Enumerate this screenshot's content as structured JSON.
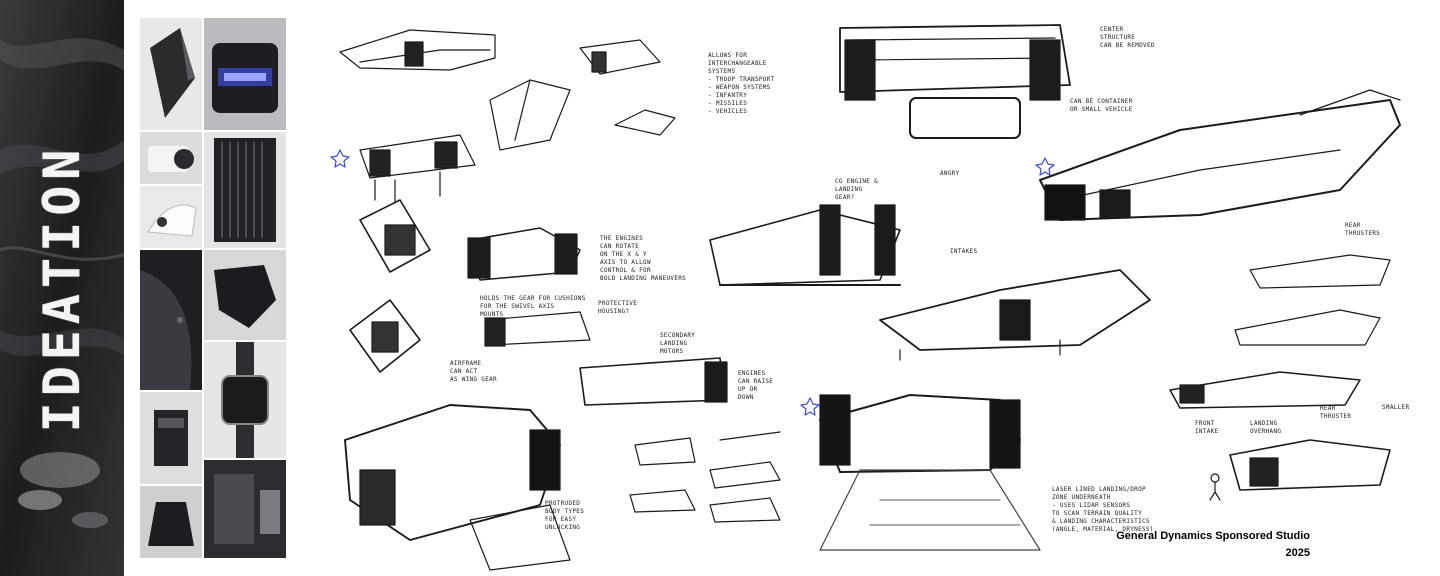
{
  "side_title": "IDEATION",
  "footer": {
    "studio": "General Dynamics Sponsored Studio",
    "year": "2025"
  },
  "annotations": {
    "interchangeable": "Allows for\ninterchangeable\nsystems\n- Troop transport\n- Weapon systems\n- Infantry\n- Missiles\n- Vehicles",
    "center_structure": "Center\nstructure\ncan be removed",
    "container": "Can be container\nor small vehicle",
    "angry": "Angry",
    "rear_thrusters": "Rear\nthrusters",
    "intakes": "Intakes",
    "engines_rotate": "The engines\ncan rotate\non the x & y\naxis to allow\ncontrol & for\nbold landing maneuvers",
    "cg_engine": "CG engine &\nlanding\ngear?",
    "holds_gear": "Holds the gear for cushions\nfor the swivel axis\nmounts",
    "protective": "Protective\nhousing?",
    "airframe": "Airframe\ncan act\nas wing gear",
    "secondary": "Secondary\nlanding\nmotors",
    "engines_raise": "Engines\ncan raise\nup or\ndown",
    "protruded": "Protruded\nbody types\nfor easy\nunlocking",
    "laser": "Laser lined landing/drop\nzone underneath\n- uses lidar sensors\nto scan terrain quality\n& landing characteristics\n(angle, material, dryness)",
    "front_intake": "Front\nintake",
    "landing_overhang": "Landing\noverhang",
    "rear_thruster": "Rear\nthruster",
    "smaller": "Smaller"
  }
}
